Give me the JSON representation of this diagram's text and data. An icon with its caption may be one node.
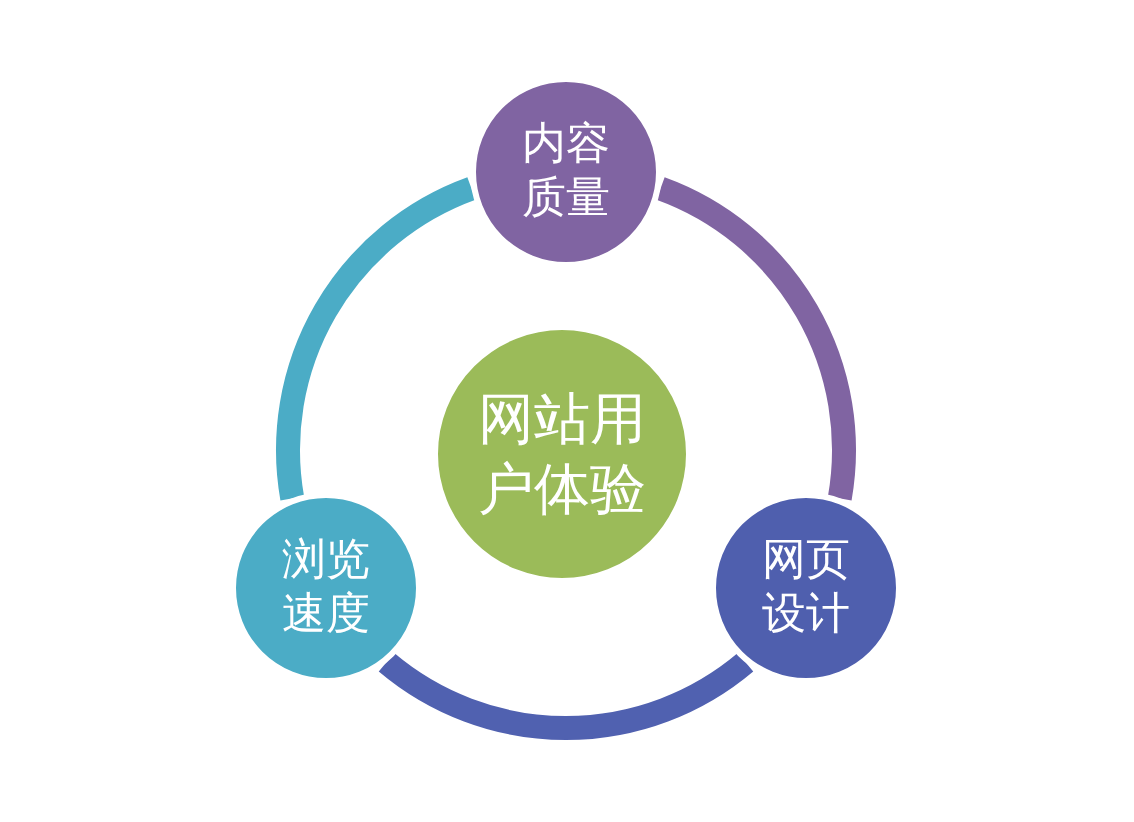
{
  "diagram": {
    "nodes": [
      {
        "text": [
          "内容质量"
        ]
      },
      {
        "text": [
          "网站用户体验"
        ]
      },
      {
        "text": [
          "浏览速度"
        ]
      },
      {
        "text": [
          "网页设计"
        ]
      }
    ],
    "edges": [
      {
        "from": 0,
        "to": 3,
        "arrow": "none",
        "color": "#8064a2"
      },
      {
        "from": 3,
        "to": 2,
        "arrow": "none",
        "color": "#5061b0"
      },
      {
        "from": 2,
        "to": 0,
        "arrow": "none",
        "color": "#4bacc6"
      }
    ]
  }
}
